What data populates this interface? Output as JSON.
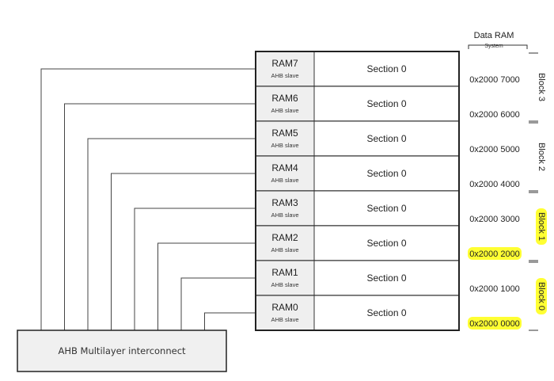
{
  "header": {
    "title": "Data RAM",
    "subtitle": "System"
  },
  "rams": [
    {
      "name": "RAM7",
      "role": "AHB slave",
      "section": "Section 0"
    },
    {
      "name": "RAM6",
      "role": "AHB slave",
      "section": "Section 0"
    },
    {
      "name": "RAM5",
      "role": "AHB slave",
      "section": "Section 0"
    },
    {
      "name": "RAM4",
      "role": "AHB slave",
      "section": "Section 0"
    },
    {
      "name": "RAM3",
      "role": "AHB slave",
      "section": "Section 0"
    },
    {
      "name": "RAM2",
      "role": "AHB slave",
      "section": "Section 0"
    },
    {
      "name": "RAM1",
      "role": "AHB slave",
      "section": "Section 0"
    },
    {
      "name": "RAM0",
      "role": "AHB slave",
      "section": "Section 0"
    }
  ],
  "addresses": [
    {
      "text": "0x2000 7000",
      "highlight": false
    },
    {
      "text": "0x2000 6000",
      "highlight": false
    },
    {
      "text": "0x2000 5000",
      "highlight": false
    },
    {
      "text": "0x2000 4000",
      "highlight": false
    },
    {
      "text": "0x2000 3000",
      "highlight": false
    },
    {
      "text": "0x2000 2000",
      "highlight": true
    },
    {
      "text": "0x2000 1000",
      "highlight": false
    },
    {
      "text": "0x2000 0000",
      "highlight": true
    }
  ],
  "blocks": [
    {
      "label": "Block 3",
      "highlight": false
    },
    {
      "label": "Block 2",
      "highlight": false
    },
    {
      "label": "Block 1",
      "highlight": true
    },
    {
      "label": "Block 0",
      "highlight": true
    }
  ],
  "interconnect": {
    "label": "AHB Multilayer interconnect"
  },
  "colors": {
    "highlight": "#ffff33",
    "ram_fill": "#efefef",
    "line": "#444444"
  }
}
